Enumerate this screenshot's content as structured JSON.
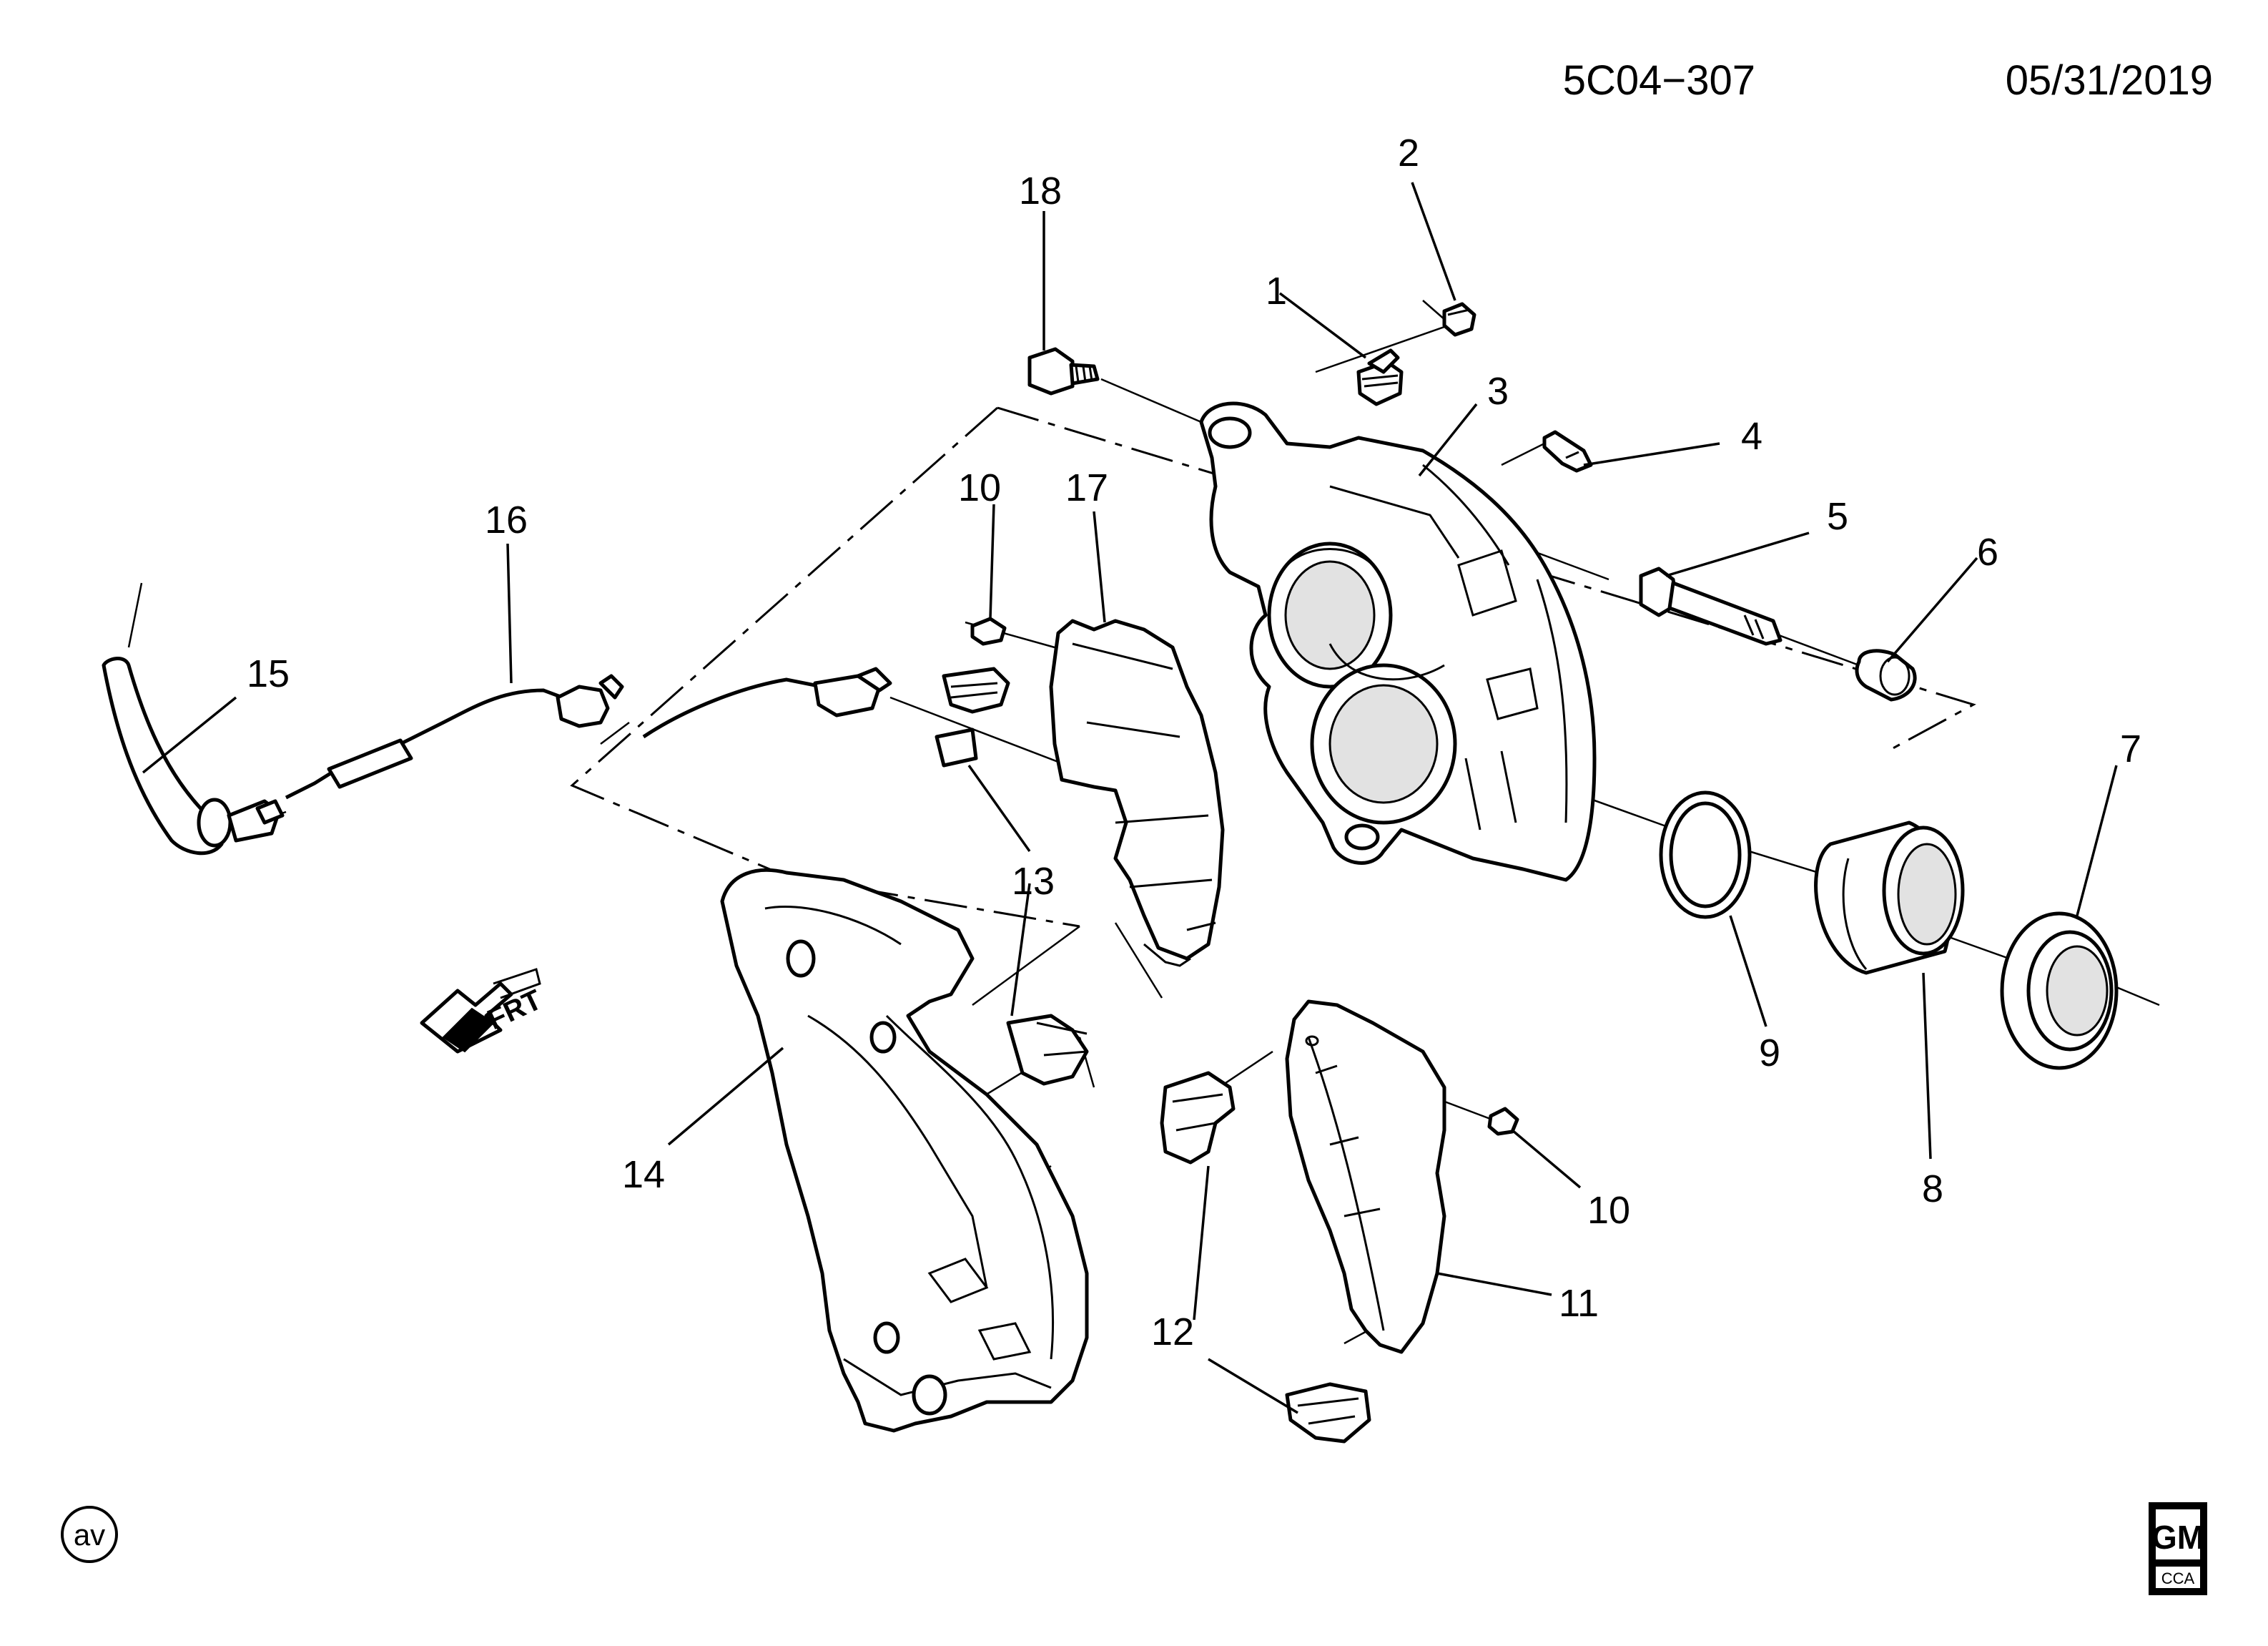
{
  "diagram": {
    "reference_code": "5C04−307",
    "date": "05/31/2019",
    "orientation_label": "FRT",
    "corner_mark": "av",
    "logo": {
      "line1": "GM",
      "line2": "CCA"
    }
  },
  "callouts": [
    {
      "id": "c1",
      "label": "1"
    },
    {
      "id": "c2",
      "label": "2"
    },
    {
      "id": "c3",
      "label": "3"
    },
    {
      "id": "c4",
      "label": "4"
    },
    {
      "id": "c5",
      "label": "5"
    },
    {
      "id": "c6",
      "label": "6"
    },
    {
      "id": "c7",
      "label": "7"
    },
    {
      "id": "c8",
      "label": "8"
    },
    {
      "id": "c9",
      "label": "9"
    },
    {
      "id": "c10a",
      "label": "10"
    },
    {
      "id": "c10b",
      "label": "10"
    },
    {
      "id": "c11",
      "label": "11"
    },
    {
      "id": "c12",
      "label": "12"
    },
    {
      "id": "c13",
      "label": "13"
    },
    {
      "id": "c14",
      "label": "14"
    },
    {
      "id": "c15",
      "label": "15"
    },
    {
      "id": "c16",
      "label": "16"
    },
    {
      "id": "c17",
      "label": "17"
    },
    {
      "id": "c18",
      "label": "18"
    }
  ]
}
